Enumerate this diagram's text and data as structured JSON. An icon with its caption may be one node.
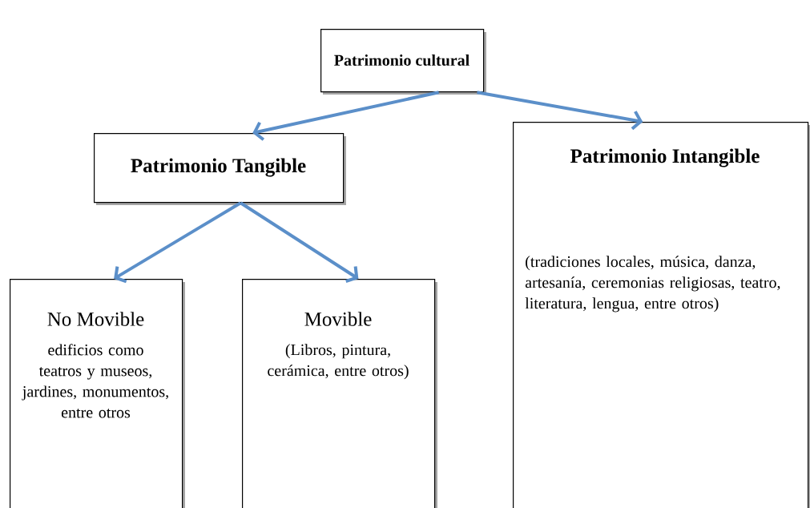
{
  "diagram": {
    "nodes": [
      {
        "text": [
          "Patrimonio cultural"
        ]
      },
      {
        "text": [
          "Patrimonio Tangible"
        ]
      },
      {
        "text": [
          "Patrimonio Intangible",
          "(tradiciones locales, música, danza, artesanía, ceremonias religiosas, teatro, literatura, lengua, entre otros)"
        ]
      },
      {
        "text": [
          "No Movible",
          "edificios como teatros y museos, jardines, monumentos, entre otros"
        ]
      },
      {
        "text": [
          "Movible",
          "(Libros, pintura, cerámica, entre otros)"
        ]
      }
    ],
    "edges": [
      {
        "from": 0,
        "to": 1,
        "arrow": "to"
      },
      {
        "from": 0,
        "to": 2,
        "arrow": "to"
      },
      {
        "from": 1,
        "to": 3,
        "arrow": "to"
      },
      {
        "from": 1,
        "to": 4,
        "arrow": "to"
      }
    ]
  }
}
